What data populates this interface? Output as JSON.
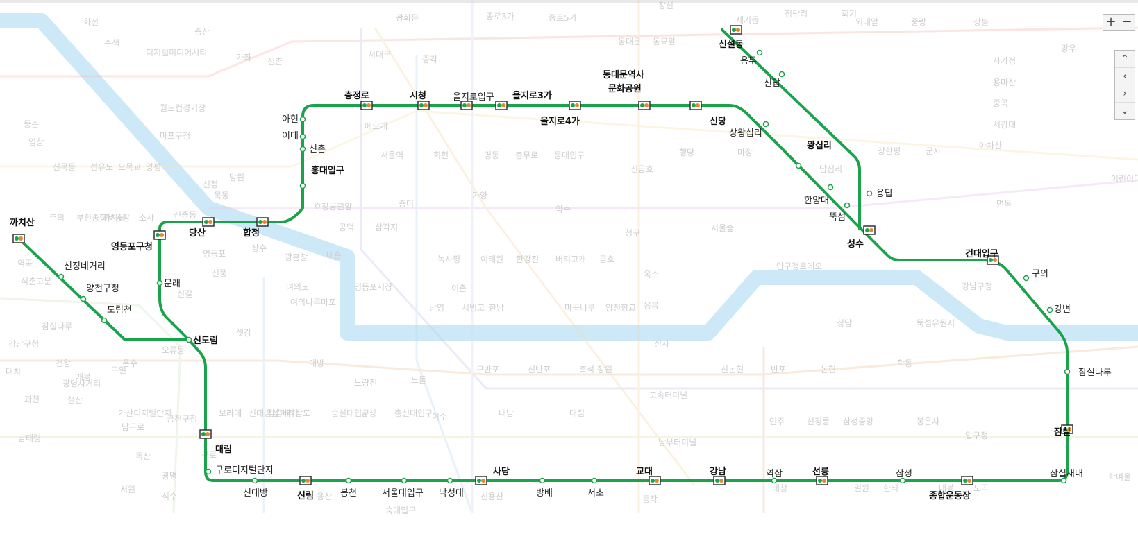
{
  "map": {
    "line_color": "#1aa34a",
    "river_color": "#cde9f7",
    "stations_main": [
      {
        "name": "까치산",
        "bold": true
      },
      {
        "name": "신정네거리",
        "bold": false
      },
      {
        "name": "양천구청",
        "bold": false
      },
      {
        "name": "도림천",
        "bold": false
      },
      {
        "name": "신도림",
        "bold": true
      },
      {
        "name": "문래",
        "bold": false
      },
      {
        "name": "영등포구청",
        "bold": true
      },
      {
        "name": "당산",
        "bold": true
      },
      {
        "name": "합정",
        "bold": true
      },
      {
        "name": "홍대입구",
        "bold": true
      },
      {
        "name": "신촌",
        "bold": false
      },
      {
        "name": "이대",
        "bold": false
      },
      {
        "name": "아현",
        "bold": false
      },
      {
        "name": "충정로",
        "bold": true
      },
      {
        "name": "시청",
        "bold": true
      },
      {
        "name": "을지로입구",
        "bold": false
      },
      {
        "name": "을지로3가",
        "bold": true
      },
      {
        "name": "을지로4가",
        "bold": true
      },
      {
        "name": "동대문역사",
        "bold": true
      },
      {
        "name": "문화공원",
        "bold": true
      },
      {
        "name": "신당",
        "bold": true
      },
      {
        "name": "상왕십리",
        "bold": false
      },
      {
        "name": "왕십리",
        "bold": true
      },
      {
        "name": "한양대",
        "bold": false
      },
      {
        "name": "뚝섬",
        "bold": false
      },
      {
        "name": "성수",
        "bold": true
      },
      {
        "name": "신설동",
        "bold": true
      },
      {
        "name": "용두",
        "bold": false
      },
      {
        "name": "신답",
        "bold": false
      },
      {
        "name": "용답",
        "bold": false
      },
      {
        "name": "건대입구",
        "bold": true
      },
      {
        "name": "구의",
        "bold": false
      },
      {
        "name": "강변",
        "bold": false
      },
      {
        "name": "잠실나루",
        "bold": false
      },
      {
        "name": "잠실",
        "bold": true
      },
      {
        "name": "잠실새내",
        "bold": false
      },
      {
        "name": "종합운동장",
        "bold": true
      },
      {
        "name": "삼성",
        "bold": false
      },
      {
        "name": "선릉",
        "bold": true
      },
      {
        "name": "역삼",
        "bold": false
      },
      {
        "name": "강남",
        "bold": true
      },
      {
        "name": "교대",
        "bold": true
      },
      {
        "name": "서초",
        "bold": false
      },
      {
        "name": "방배",
        "bold": false
      },
      {
        "name": "사당",
        "bold": true
      },
      {
        "name": "낙성대",
        "bold": false
      },
      {
        "name": "서울대입구",
        "bold": false
      },
      {
        "name": "봉천",
        "bold": false
      },
      {
        "name": "신림",
        "bold": true
      },
      {
        "name": "신대방",
        "bold": false
      },
      {
        "name": "구로디지털단지",
        "bold": false
      },
      {
        "name": "대림",
        "bold": true
      }
    ],
    "background_labels": [
      "화전",
      "수색",
      "증산",
      "디지털미디어시티",
      "가좌",
      "신촌",
      "광화문",
      "종로3가",
      "종로5가",
      "창신",
      "제기동",
      "청량리",
      "회기",
      "외대앞",
      "중랑",
      "상봉",
      "망우",
      "동대문",
      "동묘앞",
      "서대문",
      "종각",
      "애오개",
      "월드컵경기장",
      "마포구청",
      "망원",
      "상수",
      "광흥창",
      "대흥",
      "공덕",
      "서울역",
      "회현",
      "명동",
      "충무로",
      "동대입구",
      "약수",
      "청구",
      "신금호",
      "행당",
      "마장",
      "답십리",
      "장한평",
      "군자",
      "아차산",
      "어린이대공원",
      "면목",
      "사가정",
      "용마산",
      "중곡",
      "서강대",
      "효창공원앞",
      "삼각지",
      "녹사평",
      "이태원",
      "한강진",
      "버티고개",
      "금호",
      "옥수",
      "응봉",
      "서울숲",
      "압구정로데오",
      "청담",
      "뚝섬유원지",
      "강남구청",
      "학동",
      "논현",
      "반포",
      "신논현",
      "언주",
      "선정릉",
      "삼성중앙",
      "봉은사",
      "압구정",
      "신사",
      "잠원",
      "고속터미널",
      "남부터미널",
      "동작",
      "구반포",
      "신반포",
      "흑석",
      "노들",
      "노량진",
      "대방",
      "샛강",
      "여의도",
      "여의나루",
      "마포",
      "영등포시장",
      "영등포",
      "신길",
      "신풍",
      "보라매",
      "신대방삼거리",
      "장승배기",
      "상도",
      "숭실대입구",
      "남성",
      "총신대입구",
      "이수",
      "내방",
      "대림",
      "구로",
      "오류동",
      "개봉",
      "구일",
      "온수",
      "천왕",
      "광명사거리",
      "철산",
      "가산디지털단지",
      "남구로",
      "독산",
      "금천구청",
      "광명",
      "석수",
      "서원",
      "남태령",
      "과천",
      "용산",
      "신용산",
      "숙대입구",
      "남영",
      "이촌",
      "서빙고",
      "한남",
      "마곡나루",
      "양천향교",
      "가양",
      "증미",
      "등촌",
      "염창",
      "신목동",
      "선유도",
      "오목교",
      "양평",
      "신정",
      "목동",
      "신중동",
      "춘의",
      "부천종합운동장",
      "까치울",
      "소사",
      "역곡",
      "석촌고분",
      "잠실나루",
      "강남구청",
      "대치",
      "학여울",
      "대청",
      "일원",
      "한티",
      "매봉",
      "도곡"
    ]
  },
  "controls": {
    "zoom_in": "+",
    "zoom_out": "−",
    "pan_up": "⌃",
    "pan_left": "‹",
    "pan_right": "›",
    "pan_down": "⌄"
  },
  "icons": {
    "zoom_in": "plus-icon",
    "zoom_out": "minus-icon",
    "pan_up": "chevron-up-icon",
    "pan_left": "chevron-left-icon",
    "pan_right": "chevron-right-icon",
    "pan_down": "chevron-down-icon"
  }
}
